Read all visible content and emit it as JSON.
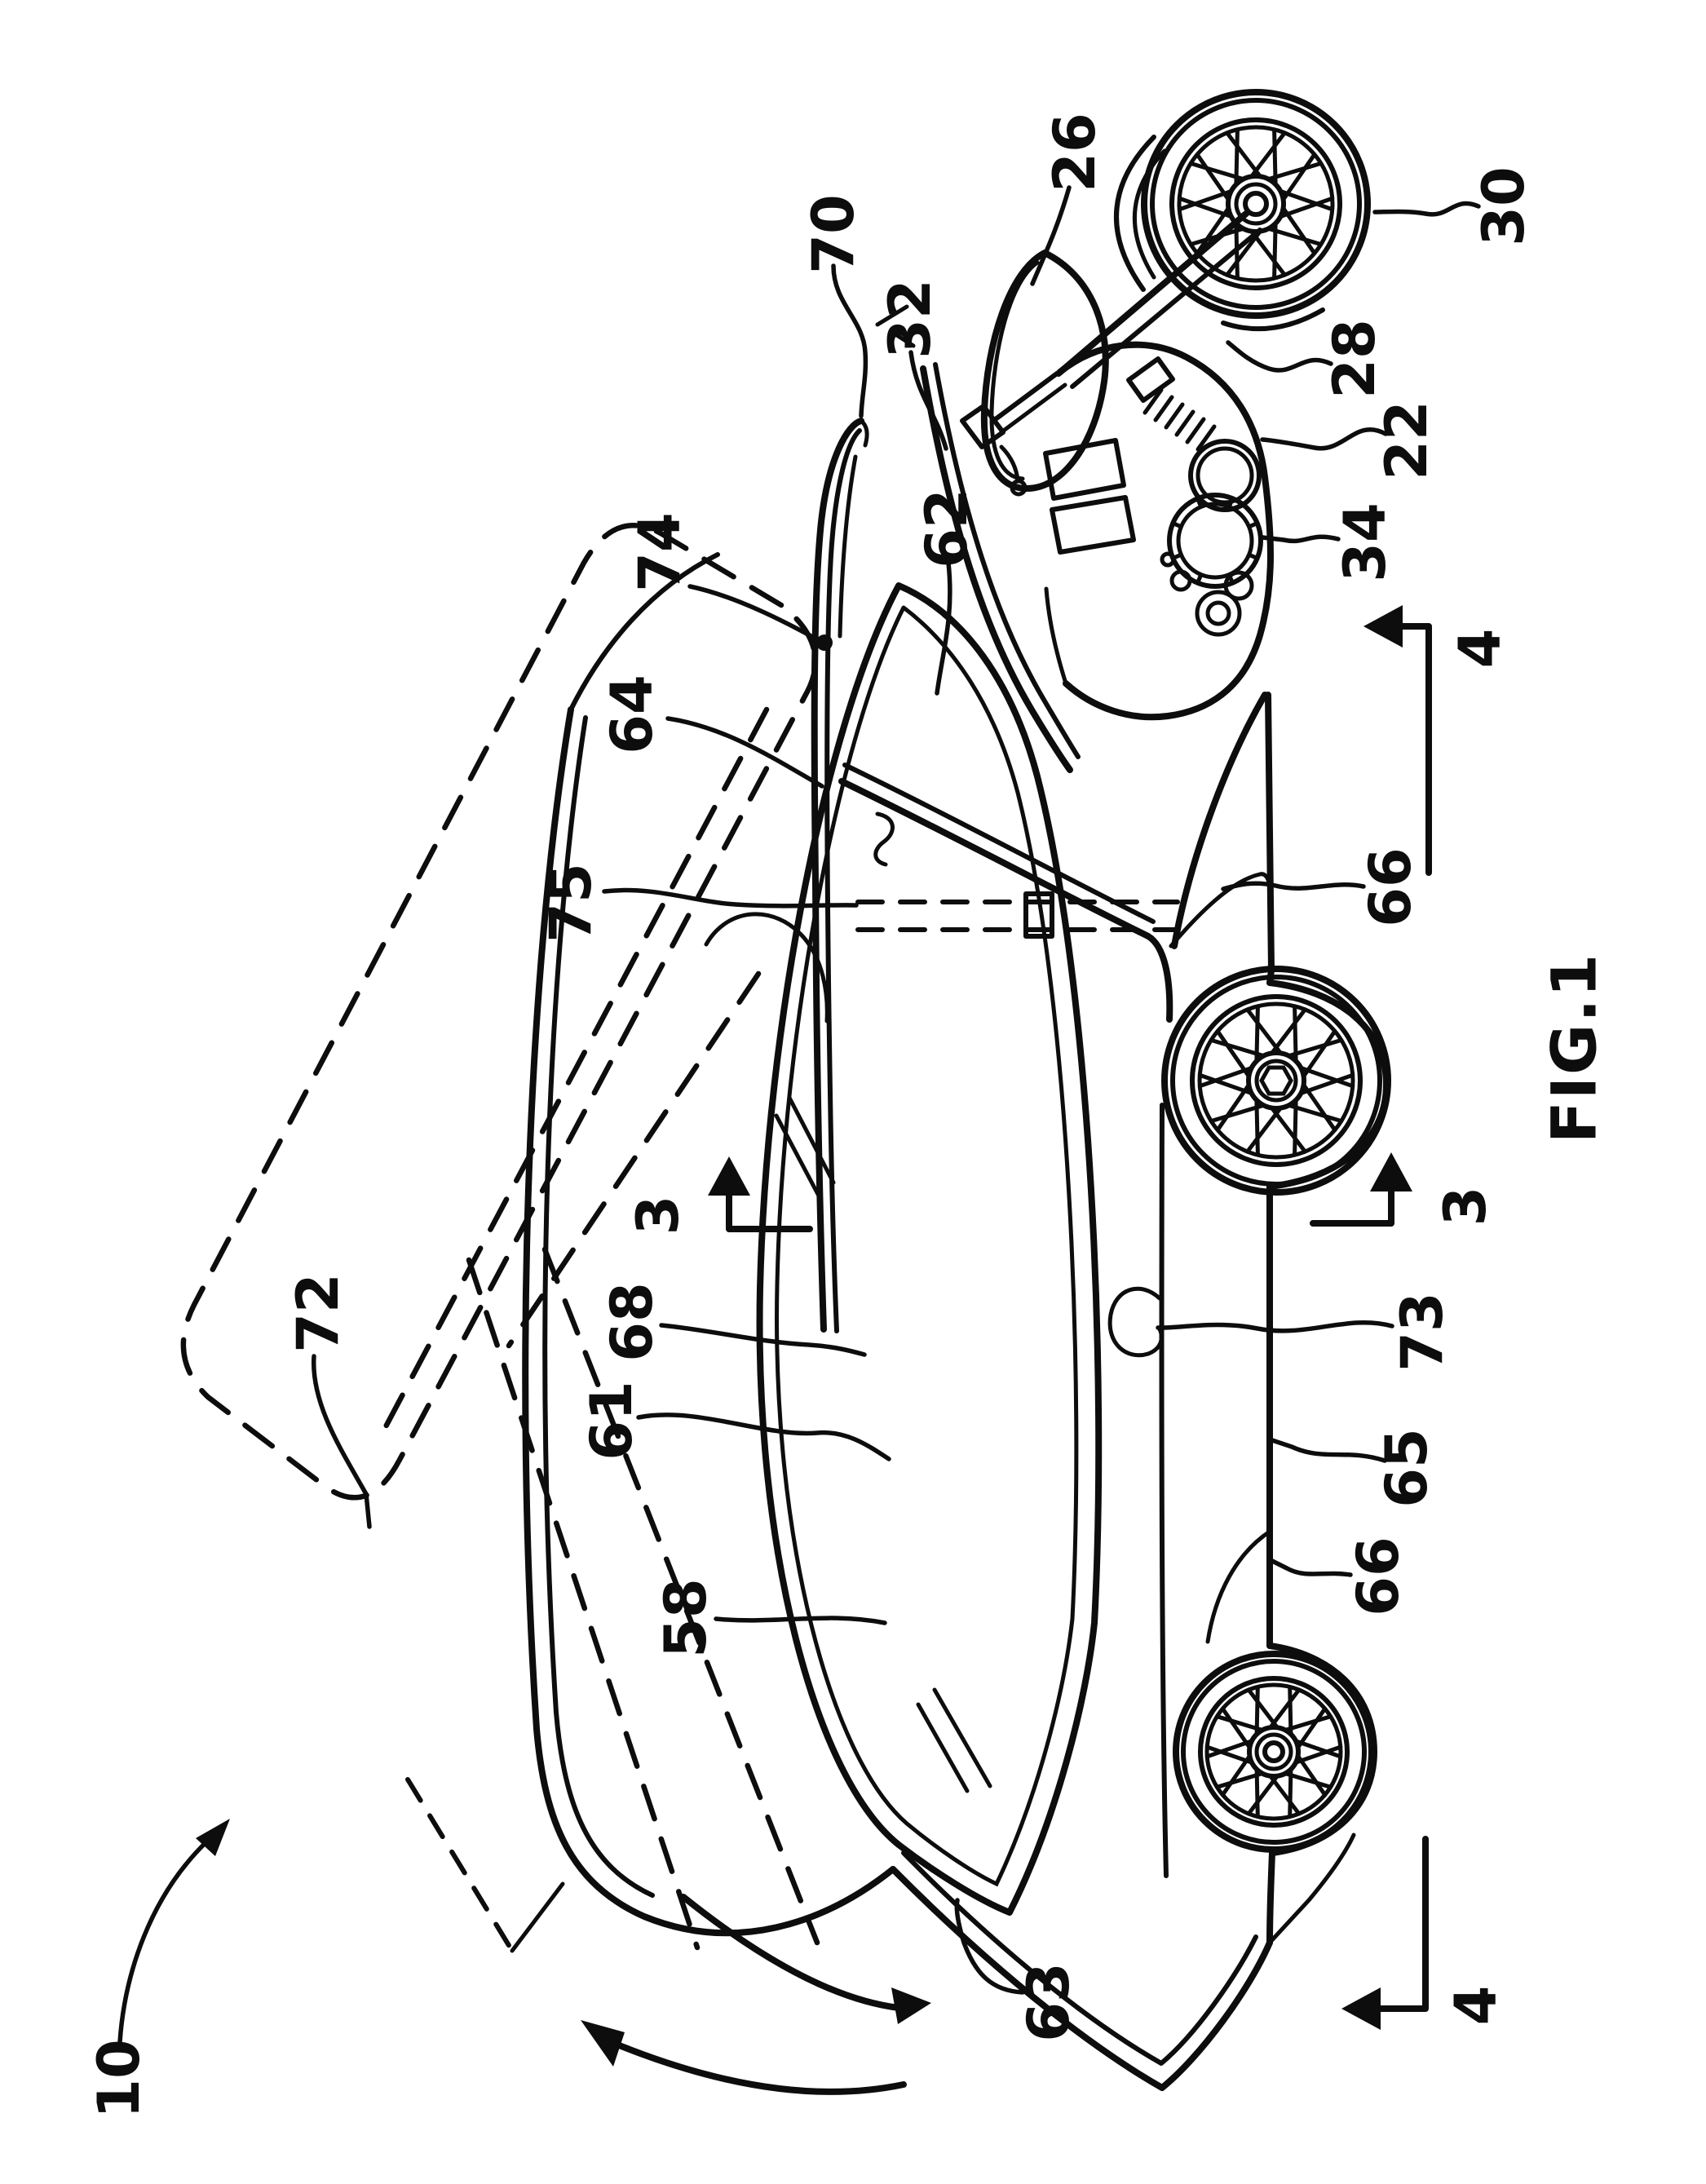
{
  "figure": {
    "caption": "FIG.1"
  },
  "refs": [
    {
      "text": "10"
    },
    {
      "text": "22"
    },
    {
      "text": "26"
    },
    {
      "text": "28"
    },
    {
      "text": "30"
    },
    {
      "text": "32"
    },
    {
      "text": "34"
    },
    {
      "text": "58"
    },
    {
      "text": "61"
    },
    {
      "text": "62"
    },
    {
      "text": "63"
    },
    {
      "text": "64"
    },
    {
      "text": "65"
    },
    {
      "text": "66"
    },
    {
      "text": "66"
    },
    {
      "text": "68"
    },
    {
      "text": "70"
    },
    {
      "text": "72"
    },
    {
      "text": "73"
    },
    {
      "text": "74"
    },
    {
      "text": "75"
    },
    {
      "text": "3"
    },
    {
      "text": "3"
    },
    {
      "text": "4"
    },
    {
      "text": "4"
    }
  ]
}
